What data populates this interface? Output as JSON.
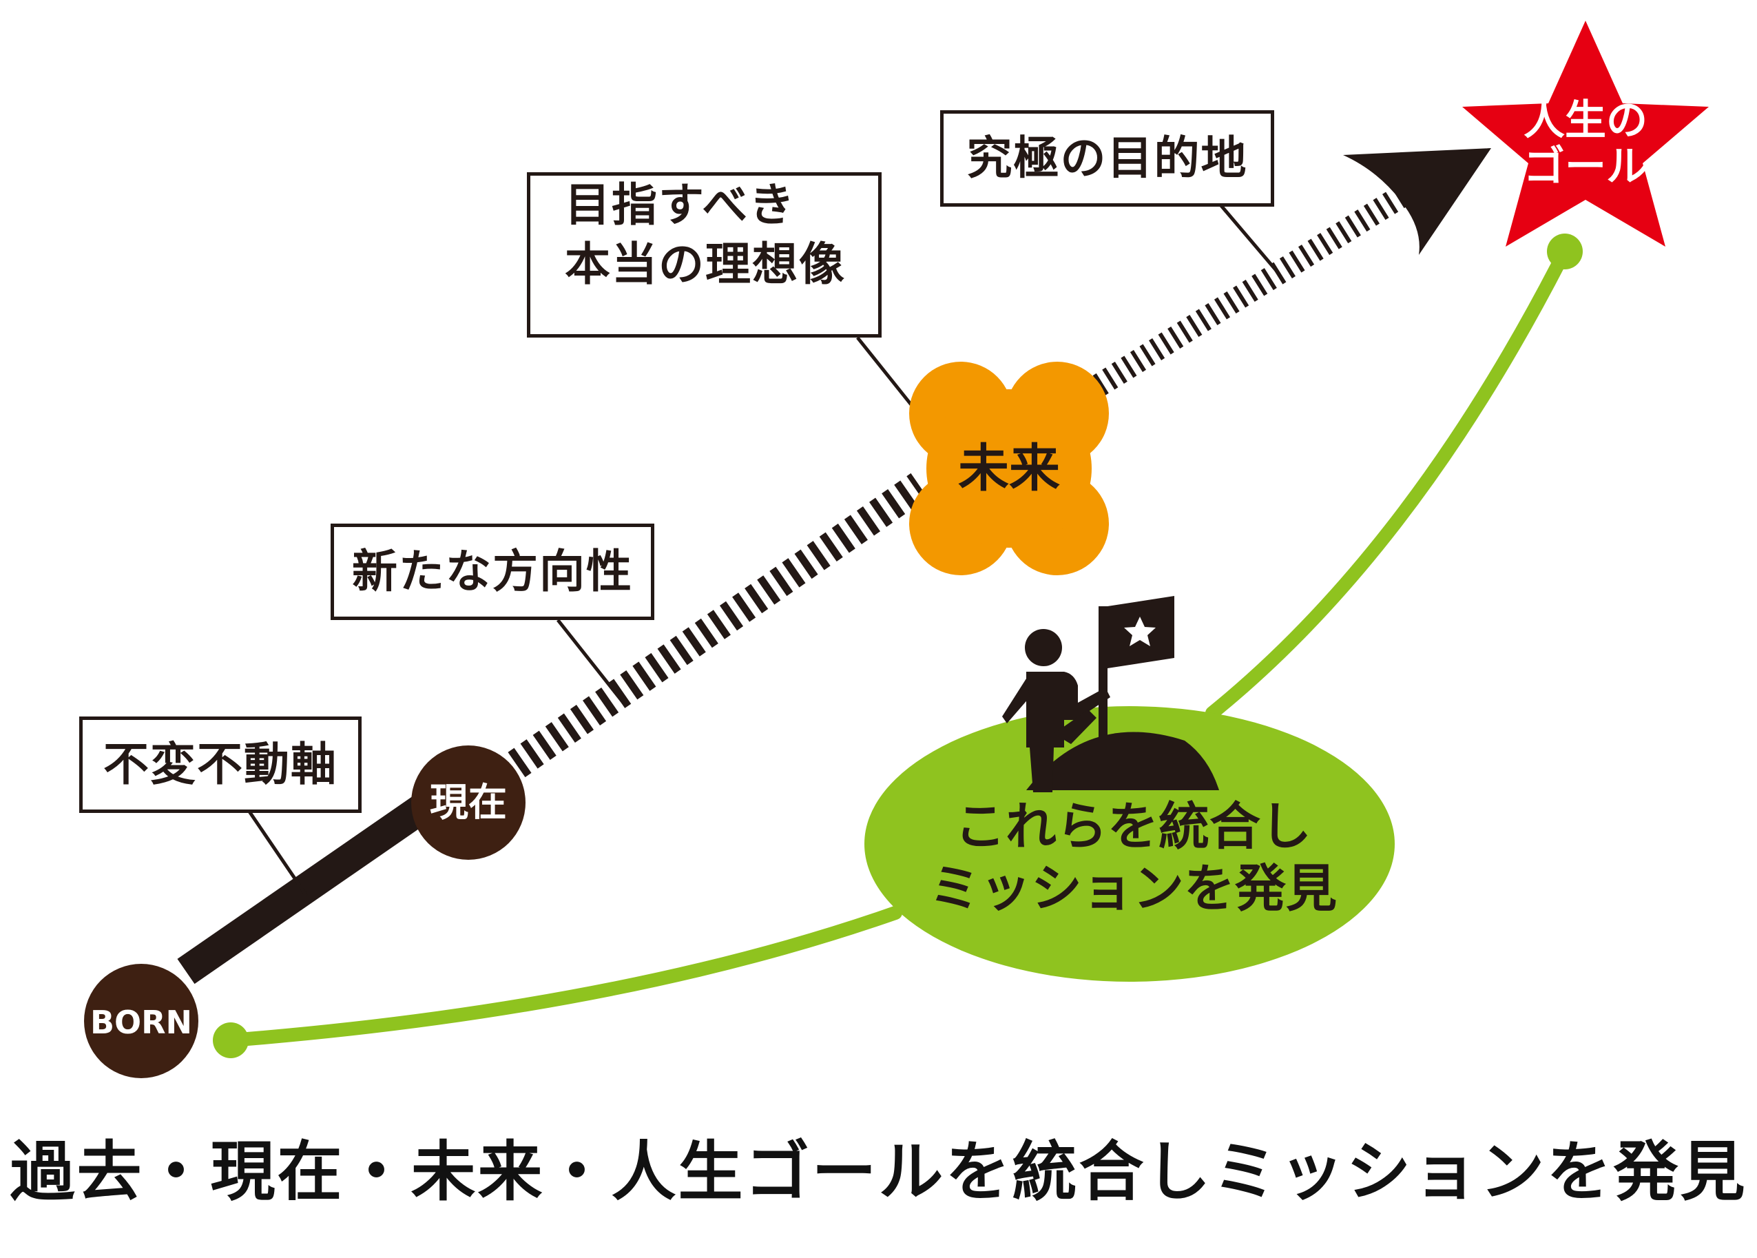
{
  "labels": {
    "immutable_axis": "不変不動軸",
    "new_direction": "新たな方向性",
    "ideal_image_line1": "目指すべき",
    "ideal_image_line2": "本当の理想像",
    "ultimate_destination": "究極の目的地"
  },
  "nodes": {
    "born": "BORN",
    "present": "現在",
    "future": "未来",
    "life_goal_line1": "人生の",
    "life_goal_line2": "ゴール"
  },
  "mission": {
    "line1": "これらを統合し",
    "line2": "ミッションを発見"
  },
  "caption": "過去・現在・未来・人生ゴールを統合しミッションを発見",
  "colors": {
    "dark": "#231815",
    "brown": "#3e2012",
    "orange": "#f39800",
    "green": "#8fc31f",
    "red": "#e60012",
    "white": "#ffffff"
  }
}
